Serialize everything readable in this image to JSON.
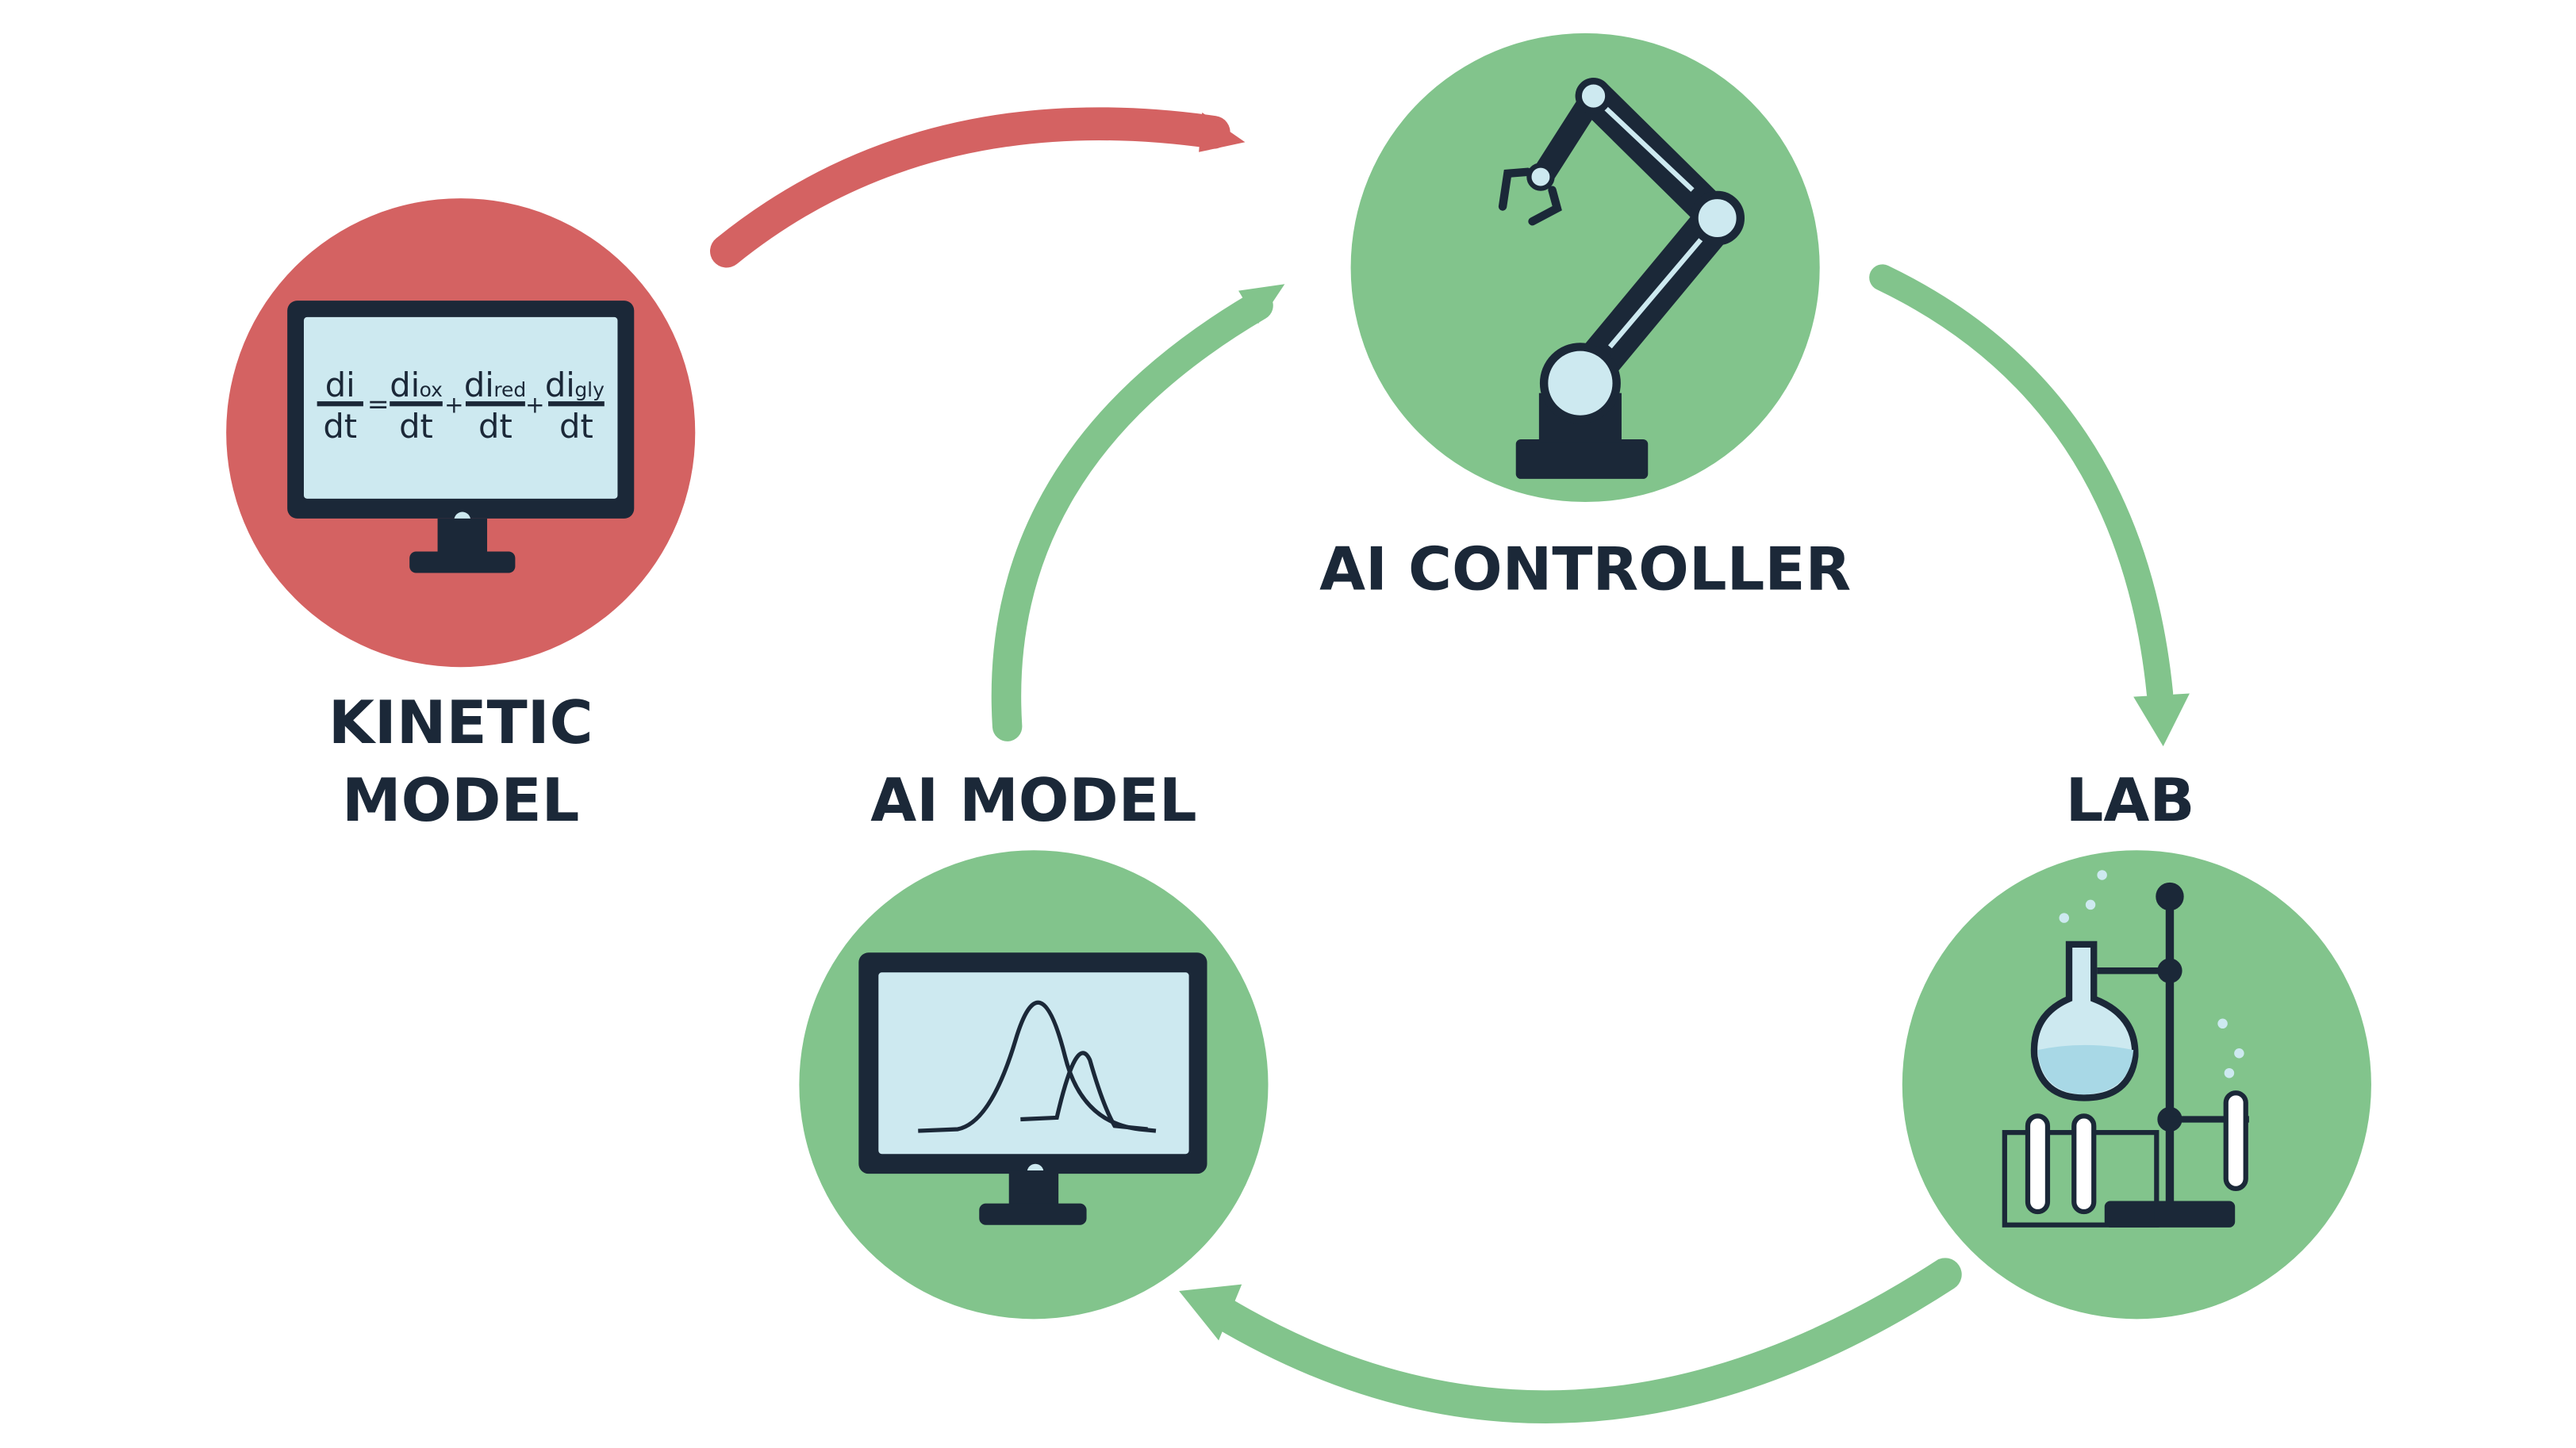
{
  "colors": {
    "red": "#d46262",
    "green": "#82c48c",
    "dark": "#1b2838",
    "screen": "#cde9f0"
  },
  "nodes": {
    "kinetic": {
      "label_line1": "KINETIC",
      "label_line2": "MODEL"
    },
    "controller": {
      "label": "AI CONTROLLER"
    },
    "ai_model": {
      "label": "AI MODEL"
    },
    "lab": {
      "label": "LAB"
    }
  },
  "equation": {
    "lhs_num": "di",
    "den": "dt",
    "eq": "=",
    "plus": "+",
    "t1": "di",
    "s1": "ox",
    "t2": "di",
    "s2": "red",
    "t3": "di",
    "s3": "gly"
  }
}
